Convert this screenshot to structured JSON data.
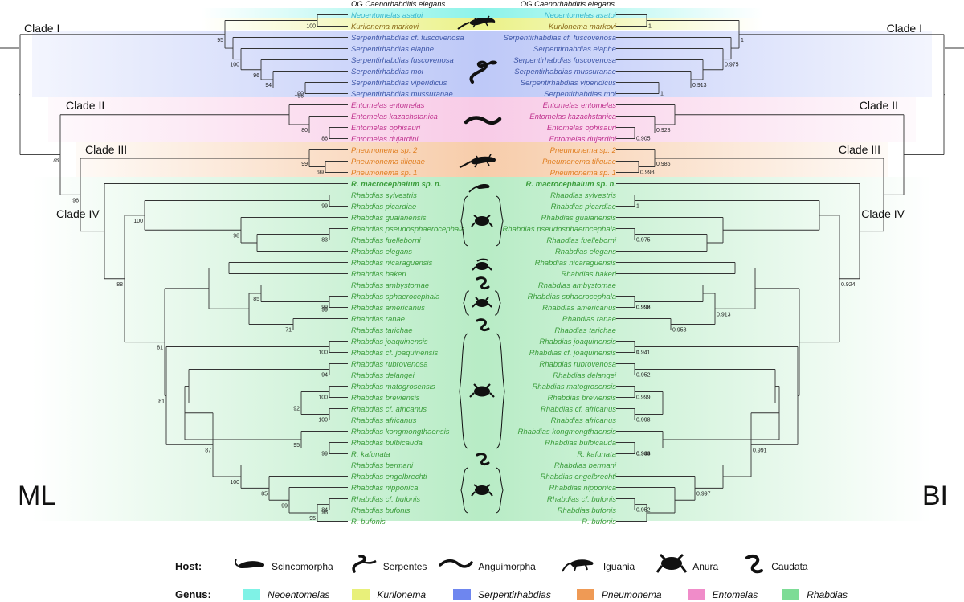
{
  "methods": {
    "left": "ML",
    "right": "BI"
  },
  "outgroup": {
    "left": "OG Caenorhabditis elegans",
    "right": "OG Caenorhabditis elegans"
  },
  "clades": {
    "c1": {
      "left": "Clade I",
      "right": "Clade I"
    },
    "c2": {
      "left": "Clade II",
      "right": "Clade II"
    },
    "c3": {
      "left": "Clade III",
      "right": "Clade III"
    },
    "c4": {
      "left": "Clade IV",
      "right": "Clade IV"
    }
  },
  "colors": {
    "neoentomelas": "#7ff2e6",
    "kurilonema": "#e8f07a",
    "serpentirhabdias": "#6e86ef",
    "pneumonema": "#ef9a55",
    "entomelas": "#f08cc9",
    "rhabdias": "#7ddc96",
    "text_neo": "#3cb7c8",
    "text_kuril": "#8a6a1a",
    "text_serp": "#3f57a8",
    "text_ento": "#c0338f",
    "text_pneu": "#e07f22",
    "text_rhab": "#3a9c3a"
  },
  "ml_taxa": [
    "Neoentomelas asatoi",
    "Kurilonema markovi",
    "Serpentirhabdias cf. fuscovenosa",
    "Serpentirhabdias elaphe",
    "Serpentirhabdias fuscovenosa",
    "Serpentirhabdias moi",
    "Serpentirhabdias viperidicus",
    "Serpentirhabdias mussuranae",
    "Entomelas entomelas",
    "Entomelas kazachstanica",
    "Entomelas ophisauri",
    "Entomelas dujardini",
    "Pneumonema sp. 2",
    "Pneumonema tiliquae",
    "Pneumonema sp. 1",
    "R. macrocephalum sp. n.",
    "Rhabdias sylvestris",
    "Rhabdias picardiae",
    "Rhabdias guaianensis",
    "Rhabdias pseudosphaerocephala",
    "Rhabdias fuelleborni",
    "Rhabdias elegans",
    "Rhabdias nicaraguensis",
    "Rhabdias bakeri",
    "Rhabdias ambystomae",
    "Rhabdias sphaerocephala",
    "Rhabdias americanus",
    "Rhabdias ranae",
    "Rhabdias tarichae",
    "Rhabdias joaquinensis",
    "Rhabdias cf. joaquinensis",
    "Rhabdias rubrovenosa",
    "Rhabdias delangei",
    "Rhabdias matogrosensis",
    "Rhabdias breviensis",
    "Rhabdias cf. africanus",
    "Rhabdias africanus",
    "Rhabdias kongmongthaensis",
    "Rhabdias bulbicauda",
    "R. kafunata",
    "Rhabdias bermani",
    "Rhabdias engelbrechti",
    "Rhabdias nipponica",
    "Rhabdias cf. bufonis",
    "Rhabdias bufonis",
    "R. bufonis"
  ],
  "bi_taxa": [
    "Neoentomelas asatoi",
    "Kurilonema markovi",
    "Serpentirhabdias cf. fuscovenosa",
    "Serpentirhabdias elaphe",
    "Serpentirhabdias fuscovenosa",
    "Serpentirhabdias mussuranae",
    "Serpentirhabdias viperidicus",
    "Serpentirhabdias moi",
    "Entomelas entomelas",
    "Entomelas kazachstanica",
    "Entomelas ophisauri",
    "Entomelas dujardini",
    "Pneumonema sp. 2",
    "Pneumonema tiliquae",
    "Pneumonema sp. 1",
    "R. macrocephalum sp. n.",
    "Rhabdias sylvestris",
    "Rhabdias picardiae",
    "Rhabdias guaianensis",
    "Rhabdias pseudosphaerocephala",
    "Rhabdias fuelleborni",
    "Rhabdias elegans",
    "Rhabdias nicaraguensis",
    "Rhabdias bakeri",
    "Rhabdias ambystomae",
    "Rhabdias sphaerocephala",
    "Rhabdias americanus",
    "Rhabdias ranae",
    "Rhabdias tarichae",
    "Rhabdias joaquinensis",
    "Rhabdias cf. joaquinensis",
    "Rhabdias rubrovenosa",
    "Rhabdias delangei",
    "Rhabdias matogrosensis",
    "Rhabdias breviensis",
    "Rhabdias cf. africanus",
    "Rhabdias africanus",
    "Rhabdias kongmongthaensis",
    "Rhabdias bulbicauda",
    "R. kafunata",
    "Rhabdias bermani",
    "Rhabdias engelbrechti",
    "Rhabdias nipponica",
    "Rhabdias cf. bufonis",
    "Rhabdias bufonis",
    "R. bufonis"
  ],
  "ml_support": [
    "100",
    "95",
    "100",
    "96",
    "94",
    "100",
    "96",
    "80",
    "86",
    "78",
    "99",
    "99",
    "96",
    "88",
    "99",
    "100",
    "83",
    "98",
    "81",
    "85",
    "99",
    "99",
    "71",
    "81",
    "100",
    "94",
    "100",
    "92",
    "100",
    "87",
    "95",
    "99",
    "100",
    "85",
    "99",
    "95",
    "84",
    "98"
  ],
  "bi_support": [
    "1",
    "1",
    "0.975",
    "0.913",
    "1",
    "0.928",
    "0.905",
    "0.986",
    "0.998",
    "1",
    "0.975",
    "0.924",
    "0.992",
    "0.996",
    "0.913",
    "0.958",
    "0.941",
    "1",
    "0.952",
    "0.999",
    "0.998",
    "0.944",
    "0.999",
    "0.991",
    "0.997",
    "0.952"
  ],
  "legend": {
    "host_title": "Host:",
    "hosts": [
      {
        "label": "Scincomorpha",
        "icon": "skink-icon"
      },
      {
        "label": "Serpentes",
        "icon": "snake-icon"
      },
      {
        "label": "Anguimorpha",
        "icon": "slowworm-icon"
      },
      {
        "label": "Iguania",
        "icon": "iguana-icon"
      },
      {
        "label": "Anura",
        "icon": "frog-icon"
      },
      {
        "label": "Caudata",
        "icon": "salamander-icon"
      }
    ],
    "genus_title": "Genus:",
    "genera": [
      {
        "label": "Neoentomelas",
        "color": "#7ff2e6"
      },
      {
        "label": "Kurilonema",
        "color": "#e8f07a"
      },
      {
        "label": "Serpentirhabdias",
        "color": "#6e86ef"
      },
      {
        "label": "Pneumonema",
        "color": "#ef9a55"
      },
      {
        "label": "Entomelas",
        "color": "#f08cc9"
      },
      {
        "label": "Rhabdias",
        "color": "#7ddc96"
      }
    ]
  }
}
